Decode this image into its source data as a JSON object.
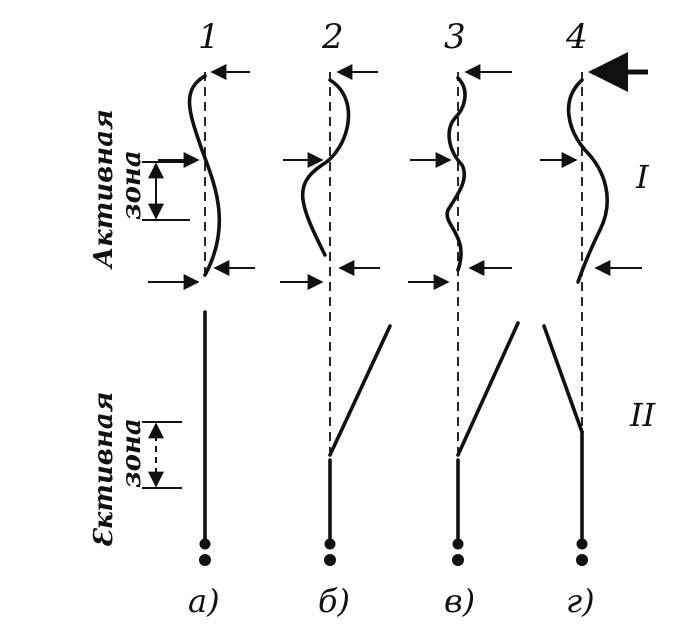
{
  "columns": [
    {
      "number": "1",
      "letter": "а)"
    },
    {
      "number": "2",
      "letter": "б)"
    },
    {
      "number": "3",
      "letter": "в)"
    },
    {
      "number": "4",
      "letter": "г)"
    }
  ],
  "rows": {
    "top": "I",
    "bottom": "II"
  },
  "zone_labels": {
    "top_line1": "Активная",
    "top_line2": "зона",
    "bottom_line1": "Ԑктивная",
    "bottom_line2": "зона"
  }
}
